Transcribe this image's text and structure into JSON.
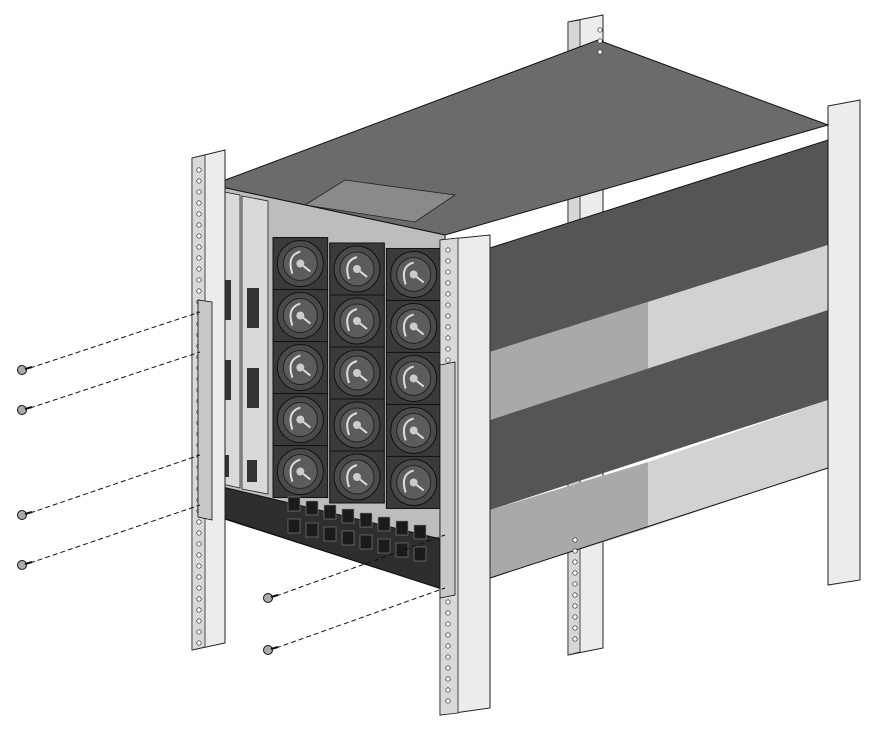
{
  "illustration": {
    "subject": "chassis-rack-mount",
    "fan_grid": {
      "columns": 3,
      "rows": 5
    },
    "screw_count": 6,
    "colors": {
      "top_face": "#6b6b6b",
      "side_dark": "#555555",
      "side_light": "#cfcfcf",
      "side_mid": "#a9a9a9",
      "rail": "#e9e9e9",
      "fan_bg": "#3a3a3a",
      "outline": "#1a1a1a"
    }
  }
}
